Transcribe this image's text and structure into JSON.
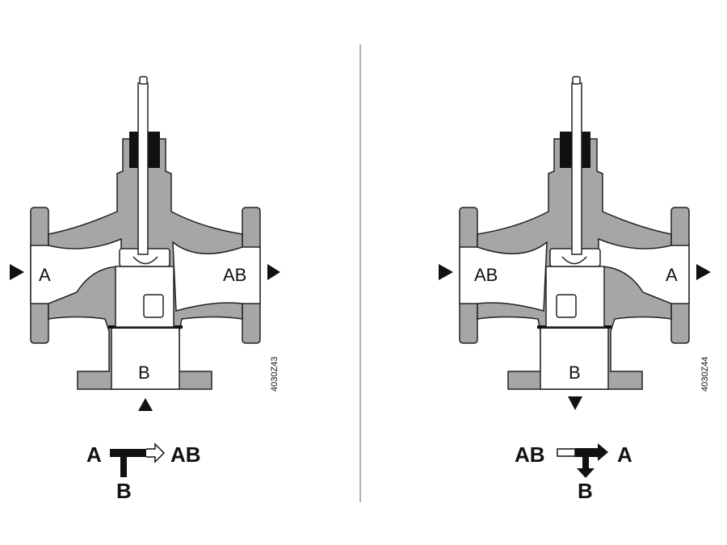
{
  "left_diagram": {
    "port_left": "A",
    "port_right": "AB",
    "port_bottom": "B",
    "code": "4030Z43",
    "symbol": {
      "left": "A",
      "right": "AB",
      "bottom": "B"
    }
  },
  "right_diagram": {
    "port_left": "AB",
    "port_right": "A",
    "port_bottom": "B",
    "code": "4030Z44",
    "symbol": {
      "left": "AB",
      "right": "A",
      "bottom": "B"
    }
  },
  "colors": {
    "body": "#a6a6a6",
    "divider": "#8a9bb0",
    "ink": "#111111"
  }
}
